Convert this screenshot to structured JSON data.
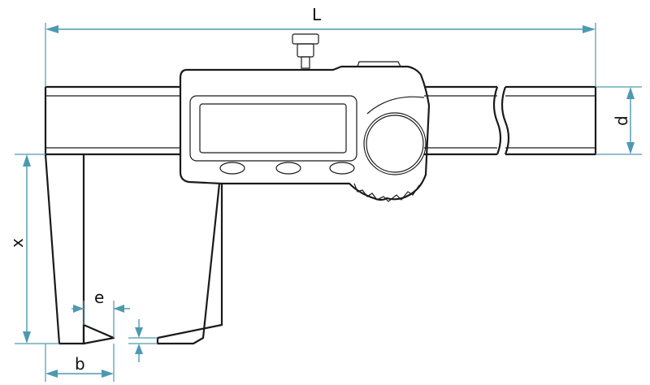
{
  "labels": {
    "L": "L",
    "d": "d",
    "x": "x",
    "e": "e",
    "b": "b"
  },
  "colors": {
    "dimension": "#4c9ab1",
    "outline": "#1a1a1a",
    "background": "#ffffff"
  },
  "icons": {
    "instrument": "digital-caliper-icon"
  }
}
